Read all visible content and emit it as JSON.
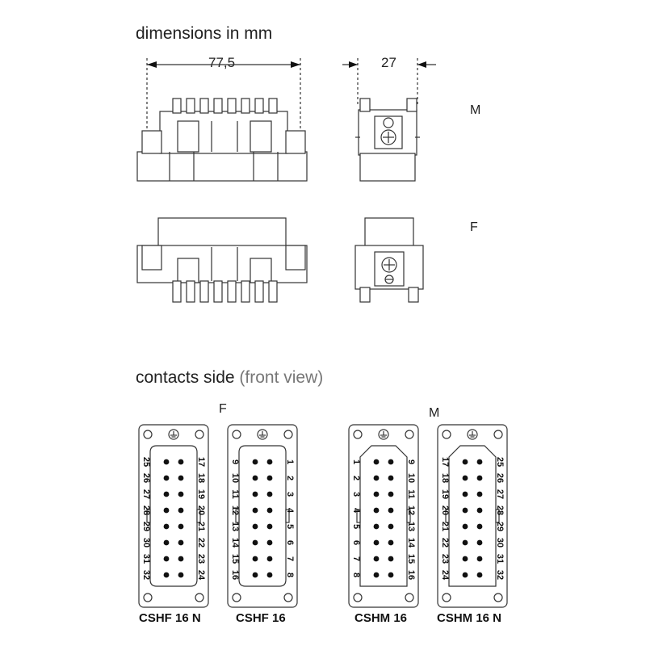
{
  "headings": {
    "dimensions": "dimensions in mm",
    "contacts_main": "contacts side",
    "contacts_sub": "(front view)"
  },
  "dimensions": {
    "width_side": "77,5",
    "width_end": "27"
  },
  "view_labels": {
    "male": "M",
    "female": "F"
  },
  "group_labels": {
    "female": "F",
    "male": "M"
  },
  "inserts": [
    {
      "caption": "CSHF 16 N",
      "type": "female",
      "left_column": [
        "25",
        "26",
        "27",
        "28",
        "29",
        "30",
        "31",
        "32"
      ],
      "right_column": [
        "17",
        "18",
        "19",
        "20",
        "21",
        "22",
        "23",
        "24"
      ]
    },
    {
      "caption": "CSHF 16",
      "type": "female",
      "left_column": [
        "9",
        "10",
        "11",
        "12",
        "13",
        "14",
        "15",
        "16"
      ],
      "right_column": [
        "1",
        "2",
        "3",
        "4",
        "5",
        "6",
        "7",
        "8"
      ]
    },
    {
      "caption": "CSHM 16",
      "type": "male",
      "left_column": [
        "1",
        "2",
        "3",
        "4",
        "5",
        "6",
        "7",
        "8"
      ],
      "right_column": [
        "9",
        "10",
        "11",
        "12",
        "13",
        "14",
        "15",
        "16"
      ]
    },
    {
      "caption": "CSHM 16 N",
      "type": "male",
      "left_column": [
        "17",
        "18",
        "19",
        "20",
        "21",
        "22",
        "23",
        "24"
      ],
      "right_column": [
        "25",
        "26",
        "27",
        "28",
        "29",
        "30",
        "31",
        "32"
      ]
    }
  ],
  "icons": {
    "ground": "ground-symbol-icon"
  }
}
